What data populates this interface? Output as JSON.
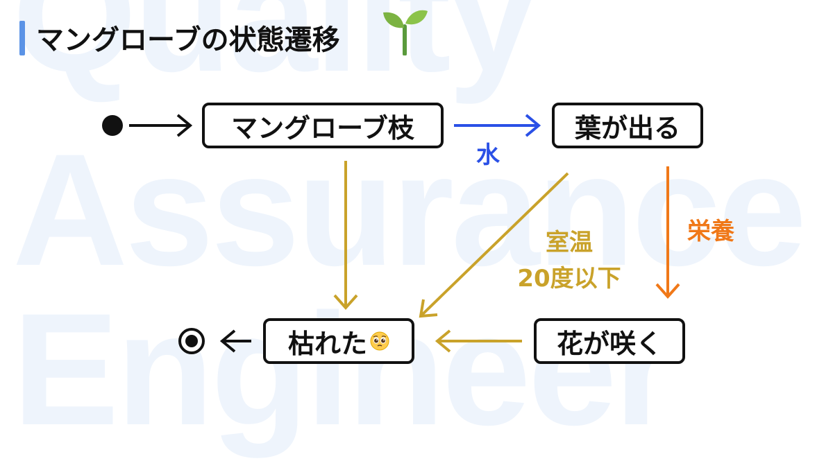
{
  "title": "マングローブの状態遷移",
  "title_icon": "seedling-icon",
  "watermark": [
    "Quality",
    "Assurance",
    "Engineer"
  ],
  "states": {
    "branch": "マングローブ枝",
    "leaf": "葉が出る",
    "bloom": "花が咲く",
    "wither": "枯れた",
    "wither_icon": "pleading-face-icon"
  },
  "transitions": {
    "water": "水",
    "nutrition": "栄養",
    "room_temp_line1": "室温",
    "room_temp_line2": "20度以下"
  },
  "colors": {
    "accent_bar": "#5b93e6",
    "water": "#2a50e6",
    "nutrition": "#f07818",
    "room_temp": "#c9a22a",
    "state_border": "#111111"
  }
}
